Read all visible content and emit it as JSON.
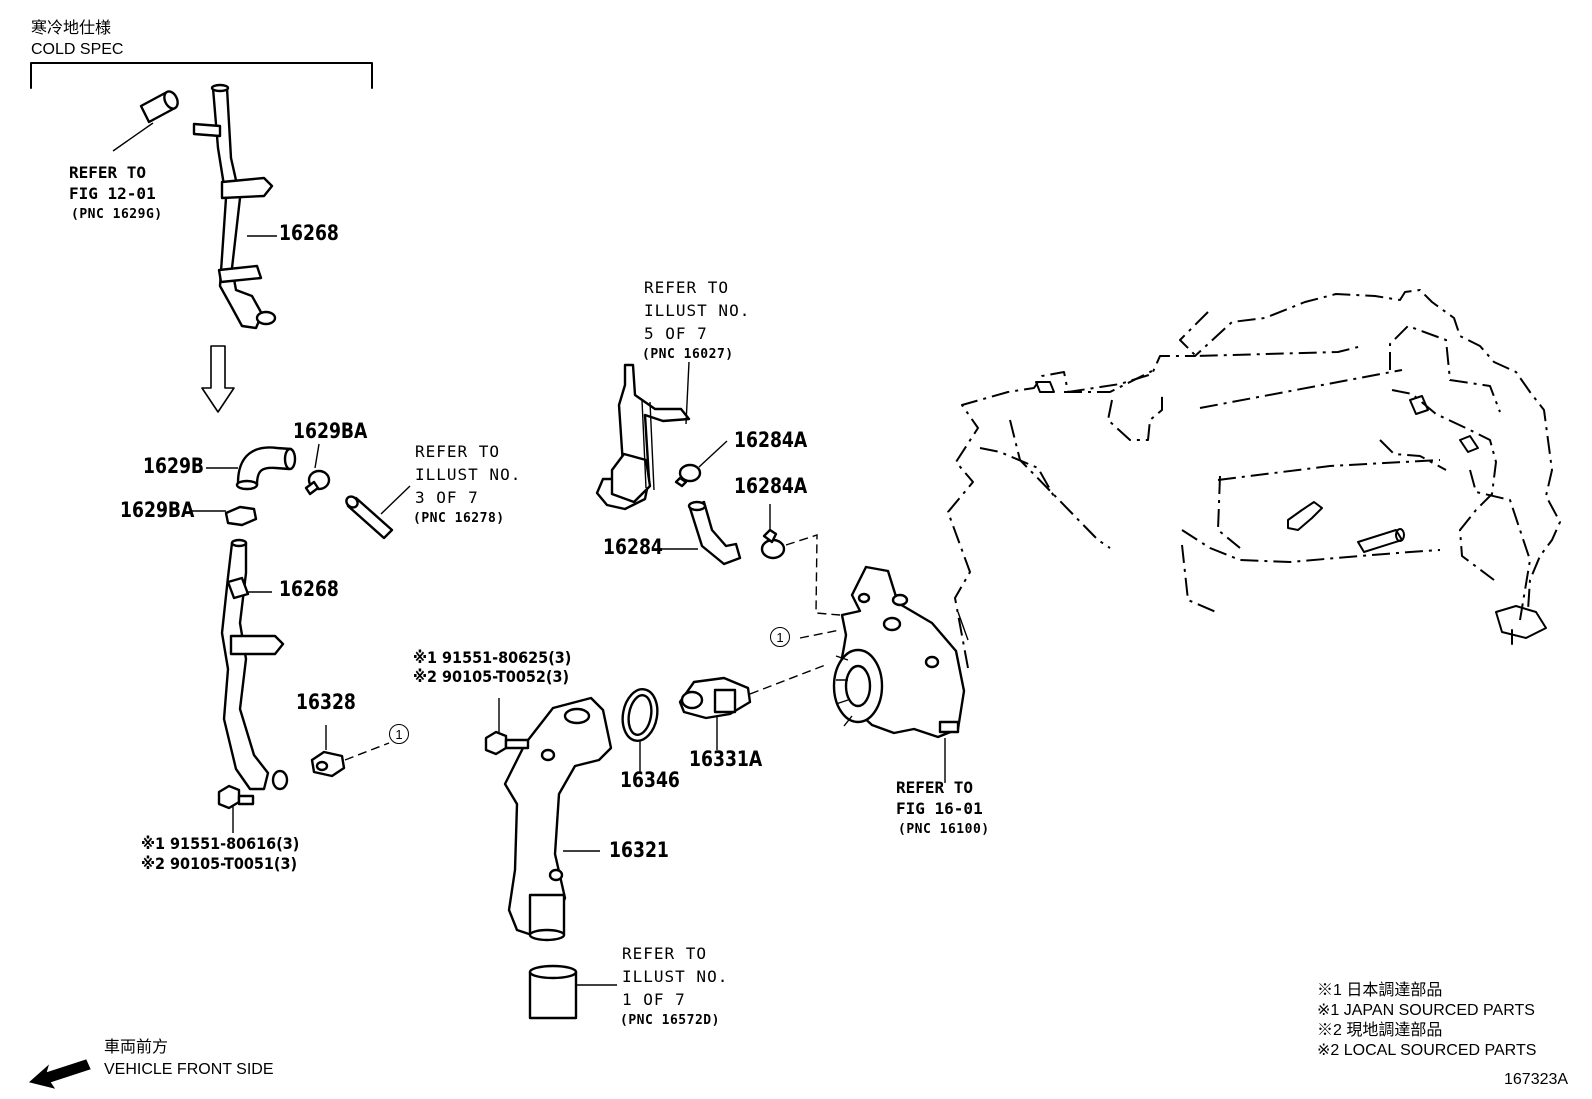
{
  "header": {
    "jp": "寒冷地仕様",
    "en": "COLD SPEC"
  },
  "refs": {
    "fig_12_01": {
      "l1": "REFER TO",
      "l2": "FIG 12-01",
      "pnc": "(PNC 1629G)"
    },
    "illust_5": {
      "l1": "REFER TO",
      "l2": "ILLUST NO.",
      "l3": "5 OF 7",
      "pnc": "(PNC 16027)"
    },
    "illust_3": {
      "l1": "REFER TO",
      "l2": "ILLUST NO.",
      "l3": "3 OF 7",
      "pnc": "(PNC 16278)"
    },
    "illust_1": {
      "l1": "REFER TO",
      "l2": "ILLUST NO.",
      "l3": "1 OF 7",
      "pnc": "(PNC 16572D)"
    },
    "fig_16_01": {
      "l1": "REFER TO",
      "l2": "FIG 16-01",
      "pnc": "(PNC 16100)"
    }
  },
  "parts": {
    "p16268_top": "16268",
    "p16268": "16268",
    "p1629BA_a": "1629BA",
    "p1629B": "1629B",
    "p1629BA_b": "1629BA",
    "p16328": "16328",
    "p16284A_a": "16284A",
    "p16284A_b": "16284A",
    "p16284": "16284",
    "p16346": "16346",
    "p16331A": "16331A",
    "p16321": "16321"
  },
  "bolts": {
    "upper_1": "※1 91551-80625(3)",
    "upper_2": "※2 90105-T0052(3)",
    "lower_1": "※1 91551-80616(3)",
    "lower_2": "※2 90105-T0051(3)"
  },
  "callouts": {
    "c1": "1",
    "c2": "1"
  },
  "front": {
    "jp": "車両前方",
    "en": "VEHICLE FRONT SIDE"
  },
  "legend": [
    "※1  日本調達部品",
    "※1  JAPAN SOURCED PARTS",
    "※2  現地調達部品",
    "※2  LOCAL SOURCED PARTS"
  ],
  "figure_id": "167323A"
}
